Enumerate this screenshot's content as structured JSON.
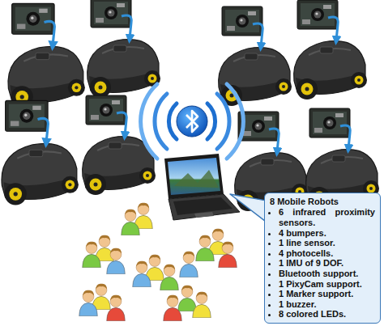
{
  "diagram": {
    "nodes": [
      {
        "text": [
          "8 Mobile Robots",
          "6 infrared proximity sensors.",
          "4 bumpers.",
          "1 line sensor.",
          "4 photocells.",
          "1 IMU of 9 DOF.",
          "Bluetooth support.",
          "1 PixyCam support.",
          "1 Marker support.",
          "1 buzzer.",
          "8 colored LEDs."
        ]
      }
    ]
  }
}
